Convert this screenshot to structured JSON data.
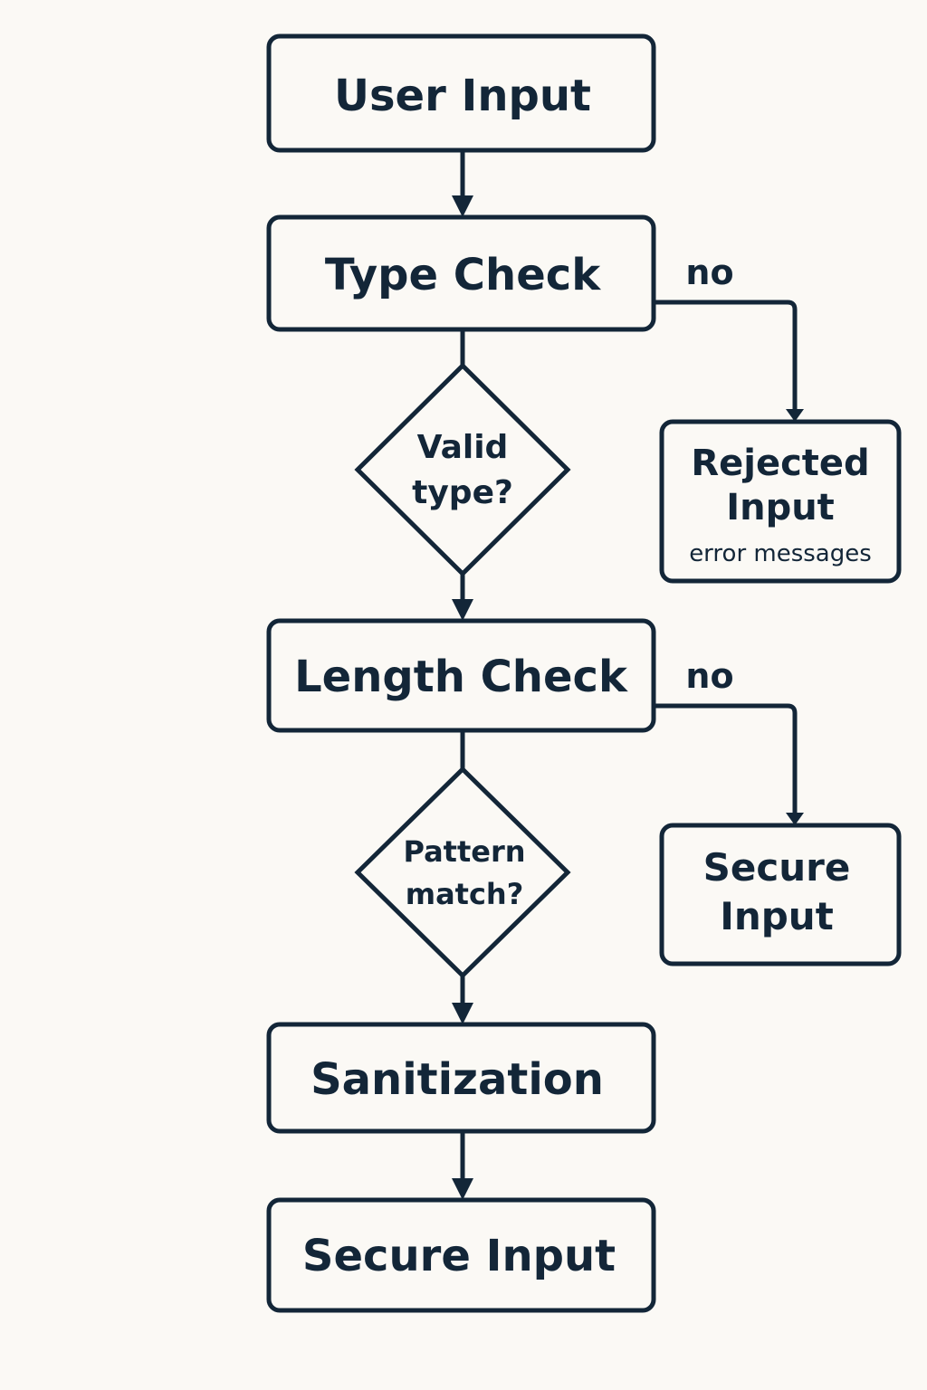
{
  "nodes": {
    "user_input": "User Input",
    "type_check": "Type Check",
    "valid_type": {
      "line1": "Valid",
      "line2": "type?"
    },
    "rejected_input": {
      "line1": "Rejected",
      "line2": "Input",
      "note": "error messages"
    },
    "length_check": "Length Check",
    "pattern_match": {
      "line1": "Pattern",
      "line2": "match?"
    },
    "secure_input_side": {
      "line1": "Secure",
      "line2": "Input"
    },
    "sanitization": "Sanitization",
    "secure_input_final": "Secure Input"
  },
  "edges": {
    "type_check_no": "no",
    "length_check_no": "no"
  },
  "colors": {
    "ink": "#132638",
    "background": "#fbf9f5"
  }
}
